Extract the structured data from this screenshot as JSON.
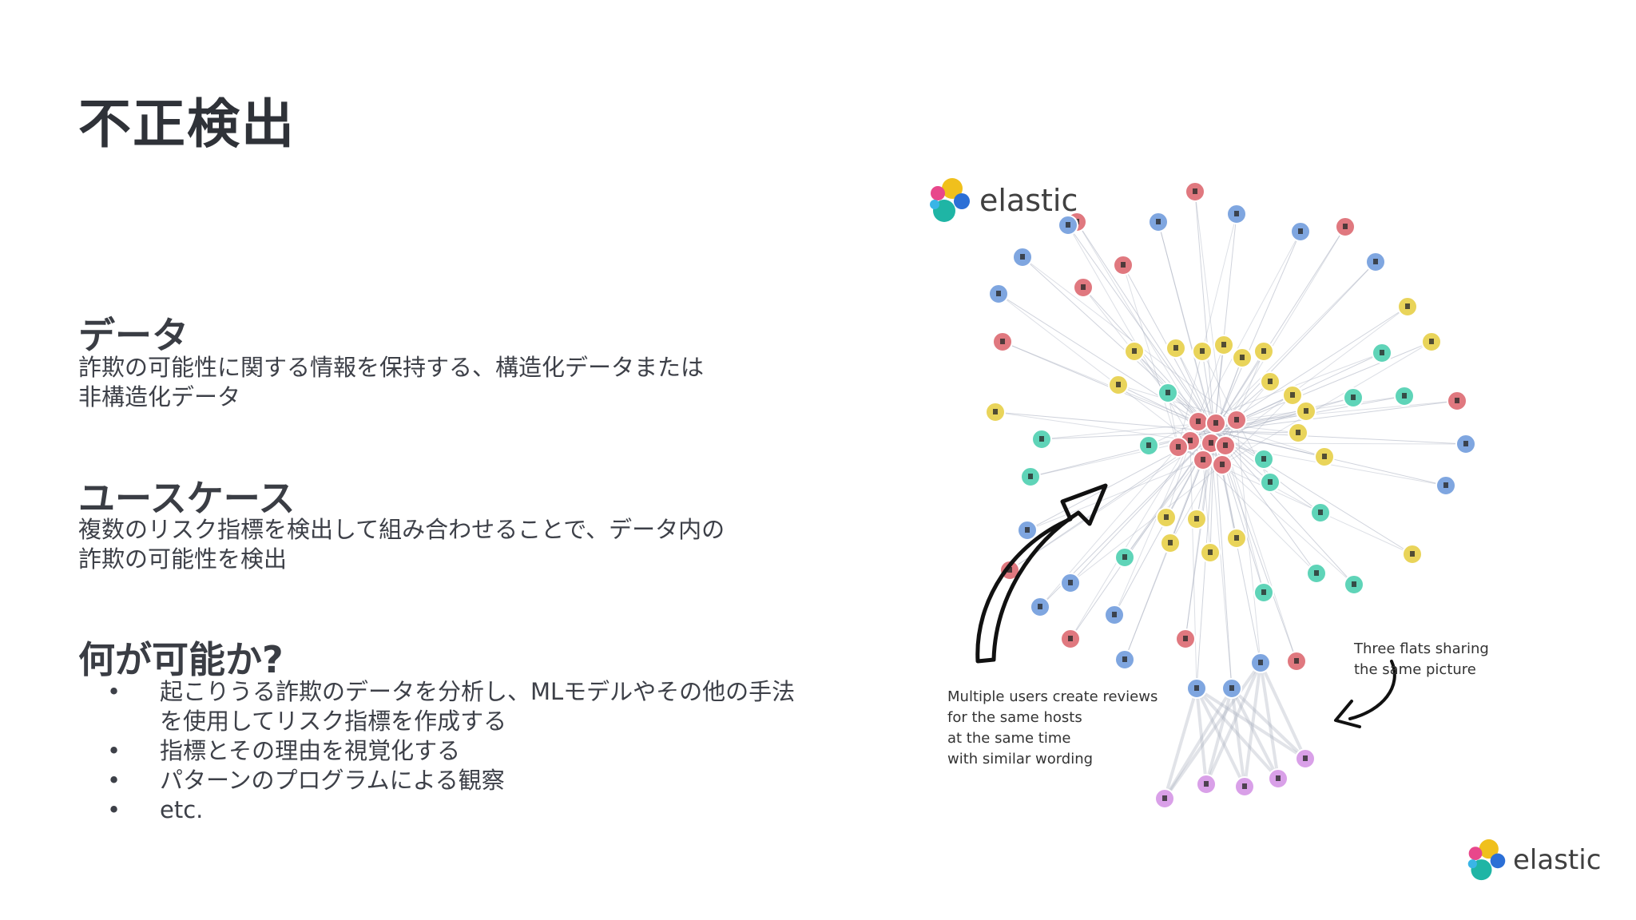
{
  "slide": {
    "title": "不正検出",
    "sections": [
      {
        "heading": "データ",
        "body_lines": [
          "詐欺の可能性に関する情報を保持する、構造化データまたは",
          "非構造化データ"
        ]
      },
      {
        "heading": "ユースケース",
        "body_lines": [
          "複数のリスク指標を検出して組み合わせることで、データ内の",
          "詐欺の可能性を検出"
        ]
      },
      {
        "heading": "何が可能か?",
        "bullets": [
          {
            "lines": [
              "起こりうる詐欺のデータを分析し、MLモデルやその他の手法",
              "を使用してリスク指標を作成する"
            ]
          },
          {
            "lines": [
              "指標とその理由を視覚化する"
            ]
          },
          {
            "lines": [
              "パターンのプログラムによる観察"
            ]
          },
          {
            "lines": [
              "etc."
            ]
          }
        ]
      }
    ],
    "bullet_glyph": "•"
  },
  "diagram": {
    "logo_text": "elastic",
    "annotation_left": [
      "Multiple users create reviews",
      "for the same hosts",
      "at the same time",
      "with similar wording"
    ],
    "annotation_right": [
      "Three flats sharing",
      "the same picture"
    ],
    "node_colors": {
      "alert": "#e0787f",
      "host": "#7fa6e0",
      "user": "#5fd4b8",
      "bank": "#e9d45a",
      "photo": "#d9a0e8"
    }
  },
  "footer": {
    "logo_text": "elastic"
  }
}
